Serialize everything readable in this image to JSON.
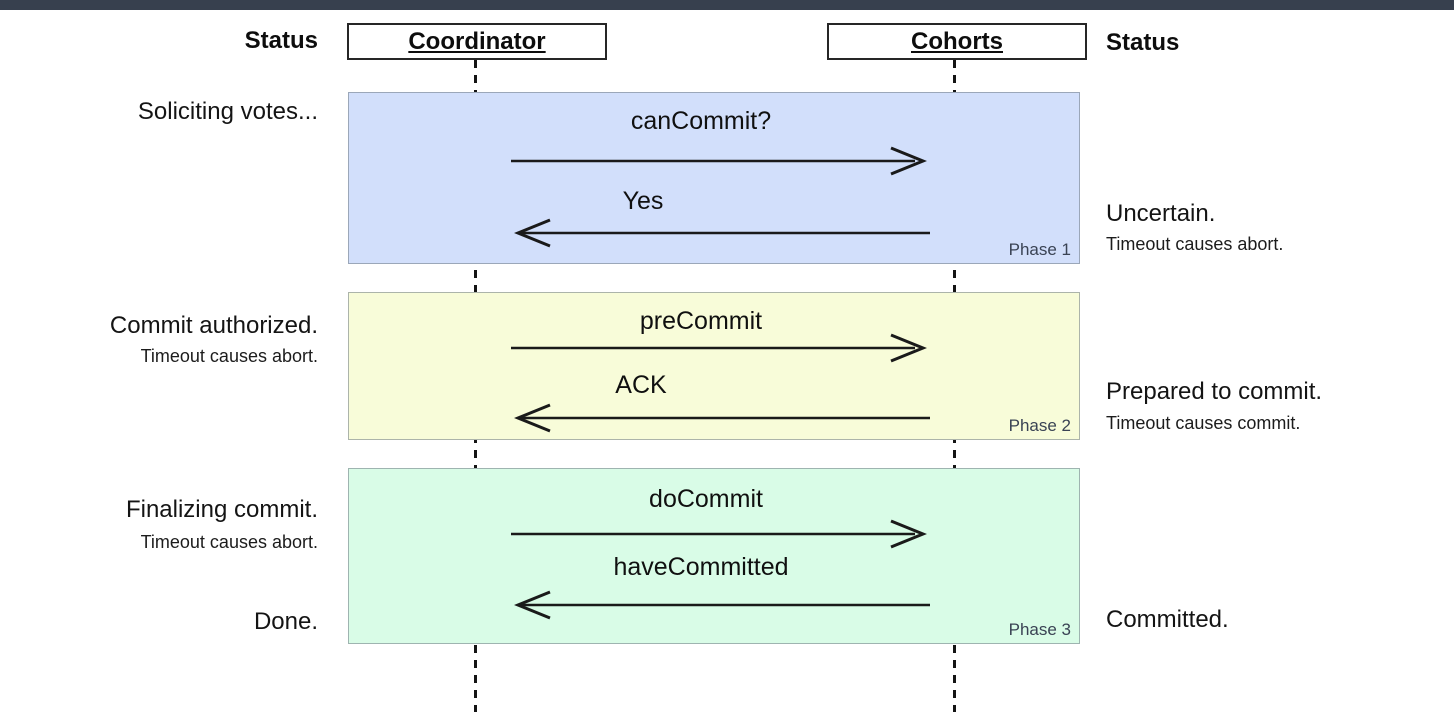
{
  "colors": {
    "top_bar": "#37404e",
    "phase1_bg": "#d2dffb",
    "phase2_bg": "#f8fcd9",
    "phase3_bg": "#d9fce7"
  },
  "header": {
    "status_left": "Status",
    "coordinator": "Coordinator",
    "cohorts": "Cohorts",
    "status_right": "Status"
  },
  "phases": [
    {
      "label": "Phase 1",
      "request": "canCommit?",
      "response": "Yes"
    },
    {
      "label": "Phase 2",
      "request": "preCommit",
      "response": "ACK"
    },
    {
      "label": "Phase 3",
      "request": "doCommit",
      "response": "haveCommitted"
    }
  ],
  "coordinator_status": {
    "phase1": "Soliciting votes...",
    "phase2": "Commit authorized.",
    "phase2_note": "Timeout causes abort.",
    "phase3": "Finalizing commit.",
    "phase3_note": "Timeout causes abort.",
    "done": "Done."
  },
  "cohort_status": {
    "phase1": "Uncertain.",
    "phase1_note": "Timeout causes abort.",
    "phase2": "Prepared to commit.",
    "phase2_note": "Timeout causes commit.",
    "phase3": "Committed."
  }
}
